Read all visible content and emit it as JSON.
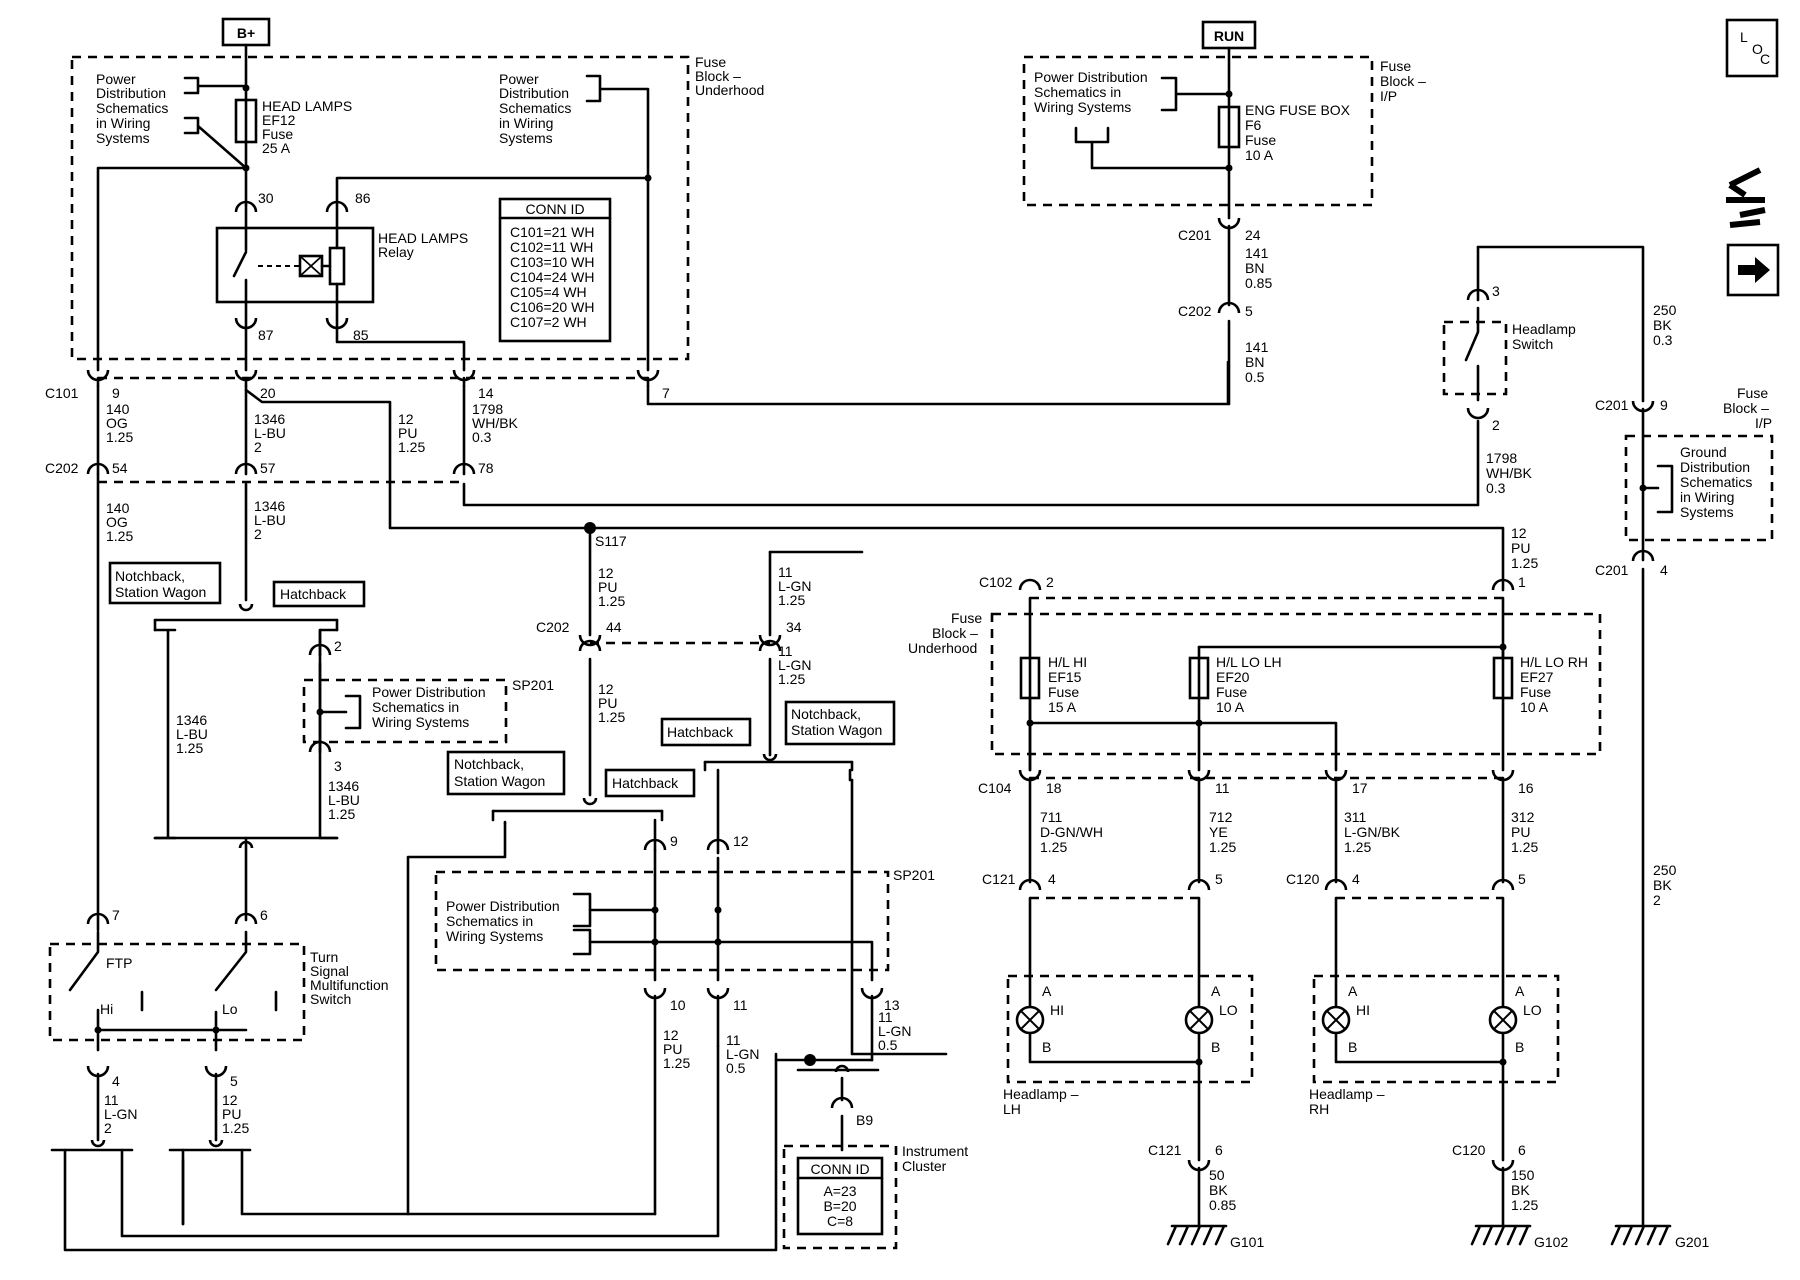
{
  "supply": {
    "bplus": "B+",
    "run": "RUN"
  },
  "loc_icon": {
    "l": "L",
    "o": "O",
    "c": "C"
  },
  "icons": {
    "nav": "wrench-arrows-icon",
    "next": "right-arrow-icon"
  },
  "fuse_block_underhood": {
    "l1": "Fuse",
    "l2": "Block –",
    "l3": "Underhood"
  },
  "fuse_block_ip": {
    "l1": "Fuse",
    "l2": "Block –",
    "l3": "I/P"
  },
  "fuse_block_underhood2": {
    "l1": "Fuse",
    "l2": "Block –",
    "l3": "Underhood"
  },
  "fuse_block_ip2": {
    "l1": "Fuse",
    "l2": "Block –",
    "l3": "I/P"
  },
  "pds1": {
    "l1": "Power",
    "l2": "Distribution",
    "l3": "Schematics",
    "l4": "in Wiring",
    "l5": "Systems"
  },
  "pds2": {
    "l1": "Power",
    "l2": "Distribution",
    "l3": "Schematics",
    "l4": "in Wiring",
    "l5": "Systems"
  },
  "pds3": {
    "l1": "Power Distribution",
    "l2": "Schematics in",
    "l3": "Wiring Systems"
  },
  "pds4": {
    "l1": "Power Distribution",
    "l2": "Schematics in",
    "l3": "Wiring Systems"
  },
  "pds5": {
    "l1": "Power Distribution",
    "l2": "Schematics in",
    "l3": "Wiring Systems"
  },
  "gds": {
    "l1": "Ground",
    "l2": "Distribution",
    "l3": "Schematics",
    "l4": "in Wiring",
    "l5": "Systems"
  },
  "fuse_ef12": {
    "name": "HEAD LAMPS",
    "id": "EF12",
    "type": "Fuse",
    "rating": "25 A"
  },
  "fuse_f6": {
    "name": "ENG FUSE BOX",
    "id": "F6",
    "type": "Fuse",
    "rating": "10 A"
  },
  "fuse_ef15": {
    "name": "H/L HI",
    "id": "EF15",
    "type": "Fuse",
    "rating": "15 A"
  },
  "fuse_ef20": {
    "name": "H/L LO LH",
    "id": "EF20",
    "type": "Fuse",
    "rating": "10 A"
  },
  "fuse_ef27": {
    "name": "H/L LO RH",
    "id": "EF27",
    "type": "Fuse",
    "rating": "10 A"
  },
  "relay": {
    "l1": "HEAD LAMPS",
    "l2": "Relay",
    "p30": "30",
    "p86": "86",
    "p87": "87",
    "p85": "85"
  },
  "conn_id_1": {
    "title": "CONN ID",
    "rows": [
      "C101=21 WH",
      "C102=11 WH",
      "C103=10 WH",
      "C104=24 WH",
      "C105=4 WH",
      "C106=20 WH",
      "C107=2 WH"
    ]
  },
  "conn_id_2": {
    "title": "CONN ID",
    "rows": [
      "A=23",
      "B=20",
      "C=8"
    ]
  },
  "connectors": {
    "c101": "C101",
    "c202a": "C202",
    "c202b": "C202",
    "c202c": "C202",
    "c201a": "C201",
    "c201b": "C201",
    "c201c": "C201",
    "c102": "C102",
    "c104": "C104",
    "c121a": "C121",
    "c121b": "C121",
    "c120a": "C120",
    "c120b": "C120",
    "s117": "S117",
    "sp201a": "SP201",
    "sp201b": "SP201",
    "b9": "B9"
  },
  "pins": {
    "c101_9": "9",
    "c101_20": "20",
    "c101_14": "14",
    "c101_7": "7",
    "c202_54": "54",
    "c202_57": "57",
    "c202_78": "78",
    "c202_44": "44",
    "c202_34": "34",
    "c201_24": "24",
    "c202_5": "5",
    "c201_9": "9",
    "c201_4": "4",
    "hs_3": "3",
    "hs_2": "2",
    "sp_2": "2",
    "sp_3": "3",
    "sw_7": "7",
    "sw_6": "6",
    "sw_4": "4",
    "sw_5": "5",
    "p9": "9",
    "p12": "12",
    "p10": "10",
    "p11": "11",
    "p13": "13",
    "c102_2": "2",
    "c102_1": "1",
    "c104_18": "18",
    "c104_11": "11",
    "c104_17": "17",
    "c104_16": "16",
    "c121_4": "4",
    "c121_5": "5",
    "c120_4": "4",
    "c120_5": "5",
    "c121_6": "6",
    "c120_6": "6"
  },
  "wires": {
    "w140a": [
      "140",
      "OG",
      "1.25"
    ],
    "w1346a": [
      "1346",
      "L-BU",
      "2"
    ],
    "w12a": [
      "12",
      "PU",
      "1.25"
    ],
    "w1798a": [
      "1798",
      "WH/BK",
      "0.3"
    ],
    "w141a": [
      "141",
      "BN",
      "0.85"
    ],
    "w141b": [
      "141",
      "BN",
      "0.5"
    ],
    "w250a": [
      "250",
      "BK",
      "0.3"
    ],
    "w1798b": [
      "1798",
      "WH/BK",
      "0.3"
    ],
    "w140b": [
      "140",
      "OG",
      "1.25"
    ],
    "w1346b": [
      "1346",
      "L-BU",
      "2"
    ],
    "w12b": [
      "12",
      "PU",
      "1.25"
    ],
    "w11a": [
      "11",
      "L-GN",
      "1.25"
    ],
    "w12c": [
      "12",
      "PU",
      "1.25"
    ],
    "w11b": [
      "11",
      "L-GN",
      "1.25"
    ],
    "w12d": [
      "12",
      "PU",
      "1.25"
    ],
    "w1346c": [
      "1346",
      "L-BU",
      "1.25"
    ],
    "w1346d": [
      "1346",
      "L-BU",
      "1.25"
    ],
    "w11c": [
      "11",
      "L-GN",
      "2"
    ],
    "w12e": [
      "12",
      "PU",
      "1.25"
    ],
    "w12f": [
      "12",
      "PU",
      "1.25"
    ],
    "w11d": [
      "11",
      "L-GN",
      "0.5"
    ],
    "w11e": [
      "11",
      "L-GN",
      "0.5"
    ],
    "w711": [
      "711",
      "D-GN/WH",
      "1.25"
    ],
    "w712": [
      "712",
      "YE",
      "1.25"
    ],
    "w311": [
      "311",
      "L-GN/BK",
      "1.25"
    ],
    "w312": [
      "312",
      "PU",
      "1.25"
    ],
    "w250b": [
      "250",
      "BK",
      "2"
    ],
    "w50": [
      "50",
      "BK",
      "0.85"
    ],
    "w150": [
      "150",
      "BK",
      "1.25"
    ]
  },
  "variants": {
    "nb1": [
      "Notchback,",
      "Station Wagon"
    ],
    "hb1": "Hatchback",
    "hb2": "Hatchback",
    "nb2": [
      "Notchback,",
      "Station Wagon"
    ],
    "nb3": [
      "Notchback,",
      "Station Wagon"
    ],
    "hb3": "Hatchback"
  },
  "headlamp_switch": {
    "l1": "Headlamp",
    "l2": "Switch"
  },
  "turn_switch": {
    "l1": "Turn",
    "l2": "Signal",
    "l3": "Multifunction",
    "l4": "Switch",
    "ftp": "FTP",
    "hi": "Hi",
    "lo": "Lo"
  },
  "cluster": {
    "l1": "Instrument",
    "l2": "Cluster"
  },
  "headlamp_lh": {
    "title": "Headlamp –",
    "side": "LH",
    "hi": "HI",
    "lo": "LO",
    "a1": "A",
    "b1": "B",
    "a2": "A",
    "b2": "B"
  },
  "headlamp_rh": {
    "title": "Headlamp –",
    "side": "RH",
    "hi": "HI",
    "lo": "LO",
    "a1": "A",
    "b1": "B",
    "a2": "A",
    "b2": "B"
  },
  "grounds": {
    "g101": "G101",
    "g102": "G102",
    "g201": "G201"
  }
}
